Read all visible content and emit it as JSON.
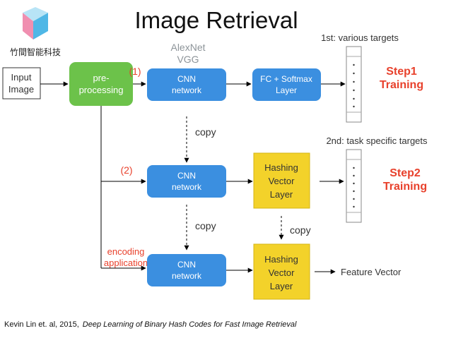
{
  "title": "Image Retrieval",
  "logo": {
    "text": "竹間智能科技",
    "icon": "logo-icon"
  },
  "input": {
    "line1": "Input",
    "line2": "Image"
  },
  "preprocessing": {
    "line1": "pre-",
    "line2": "processing"
  },
  "alexnet": {
    "line1": "AlexNet",
    "line2": "VGG"
  },
  "step_labels": {
    "one": "(1)",
    "two": "(2)"
  },
  "cnn": {
    "line1": "CNN",
    "line2": "network"
  },
  "fc": {
    "line1": "FC + Softmax",
    "line2": "Layer"
  },
  "hashing": {
    "line1": "Hashing",
    "line2": "Vector",
    "line3": "Layer"
  },
  "copy_label": "copy",
  "targets1": "1st: various targets",
  "targets2": "2nd: task specific targets",
  "step1": {
    "line1": "Step1",
    "line2": "Training"
  },
  "step2": {
    "line1": "Step2",
    "line2": "Training"
  },
  "encoding": {
    "line1": "encoding",
    "line2": "application"
  },
  "feature_vector": "Feature Vector",
  "citation": {
    "authors": "Kevin Lin et. al, 2015,",
    "paper": "Deep Learning of Binary Hash Codes for Fast Image Retrieval"
  },
  "colors": {
    "blue_box": "#3b8fe0",
    "green_box": "#6cc24a",
    "yellow_box": "#f3d22a",
    "red_text": "#e8412c",
    "gray_text": "#8d9499"
  }
}
